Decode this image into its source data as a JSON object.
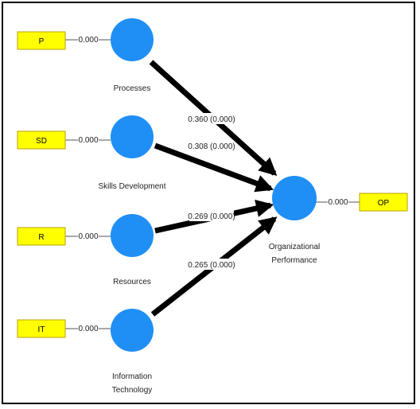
{
  "colors": {
    "node": "#1f8ff5",
    "indicator_fill": "#ffff00",
    "indicator_border": "#b7a300",
    "path": "#000000"
  },
  "constructs": [
    {
      "id": "processes",
      "label": [
        "Processes"
      ],
      "indicator": "P",
      "loading": "0.000",
      "path": "0.360 (0.000)"
    },
    {
      "id": "skills",
      "label": [
        "Skills Development"
      ],
      "indicator": "SD",
      "loading": "0.000",
      "path": "0.308 (0.000)"
    },
    {
      "id": "resources",
      "label": [
        "Resources"
      ],
      "indicator": "R",
      "loading": "0.000",
      "path": "0.269 (0.000)"
    },
    {
      "id": "it",
      "label": [
        "Information",
        "Technology"
      ],
      "indicator": "IT",
      "loading": "0.000",
      "path": "0.265 (0.000)"
    }
  ],
  "target": {
    "id": "op",
    "label": [
      "Organizational",
      "Performance"
    ],
    "indicator": "OP",
    "loading": "0.000"
  }
}
